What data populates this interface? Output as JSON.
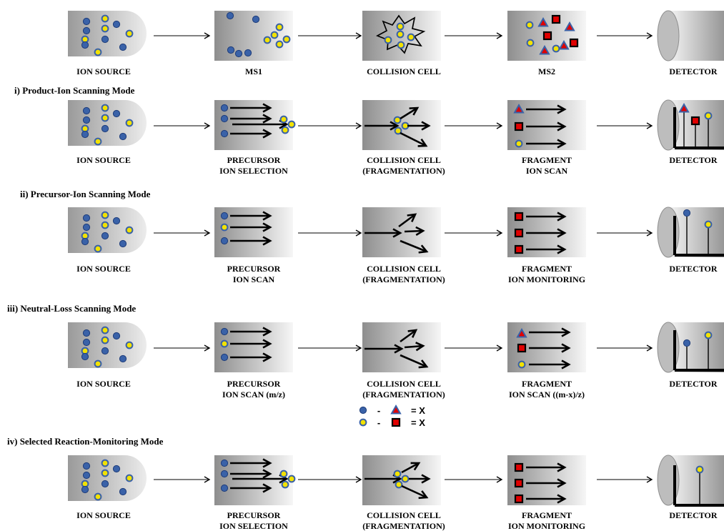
{
  "rows": [
    {
      "heading": "",
      "labels": [
        [
          "ION SOURCE"
        ],
        [
          "MS1"
        ],
        [
          "COLLISION CELL"
        ],
        [
          "MS2"
        ],
        [
          "DETECTOR"
        ]
      ]
    },
    {
      "heading": "i) Product-Ion Scanning Mode",
      "labels": [
        [
          "ION SOURCE"
        ],
        [
          "PRECURSOR",
          "ION SELECTION"
        ],
        [
          "COLLISION CELL",
          "(FRAGMENTATION)"
        ],
        [
          "FRAGMENT",
          "ION SCAN"
        ],
        [
          "DETECTOR"
        ]
      ]
    },
    {
      "heading": "ii) Precursor-Ion Scanning Mode",
      "labels": [
        [
          "ION SOURCE"
        ],
        [
          "PRECURSOR",
          "ION SCAN"
        ],
        [
          "COLLISION CELL",
          "(FRAGMENTATION)"
        ],
        [
          "FRAGMENT",
          "ION MONITORING"
        ],
        [
          "DETECTOR"
        ]
      ]
    },
    {
      "heading": "iii) Neutral-Loss Scanning Mode",
      "labels": [
        [
          "ION SOURCE"
        ],
        [
          "PRECURSOR",
          "ION SCAN (m/z)"
        ],
        [
          "COLLISION CELL",
          "(FRAGMENTATION)"
        ],
        [
          "FRAGMENT",
          "ION SCAN ((m-x)/z)"
        ],
        [
          "DETECTOR"
        ]
      ]
    },
    {
      "heading": "iv) Selected Reaction-Monitoring Mode",
      "labels": [
        [
          "ION SOURCE"
        ],
        [
          "PRECURSOR",
          "ION SELECTION"
        ],
        [
          "COLLISION CELL",
          "(FRAGMENTATION)"
        ],
        [
          "FRAGMENT",
          "ION MONITORING"
        ],
        [
          "DETECTOR"
        ]
      ]
    }
  ],
  "legend": {
    "dash": "-",
    "equals": "= X"
  },
  "colors": {
    "blue_ion": "#3a62a8",
    "yellow_ion": "#f2e200",
    "red_fragment": "#e00000",
    "box_dark": "#9a9a9a",
    "box_light": "#f4f4f4"
  }
}
